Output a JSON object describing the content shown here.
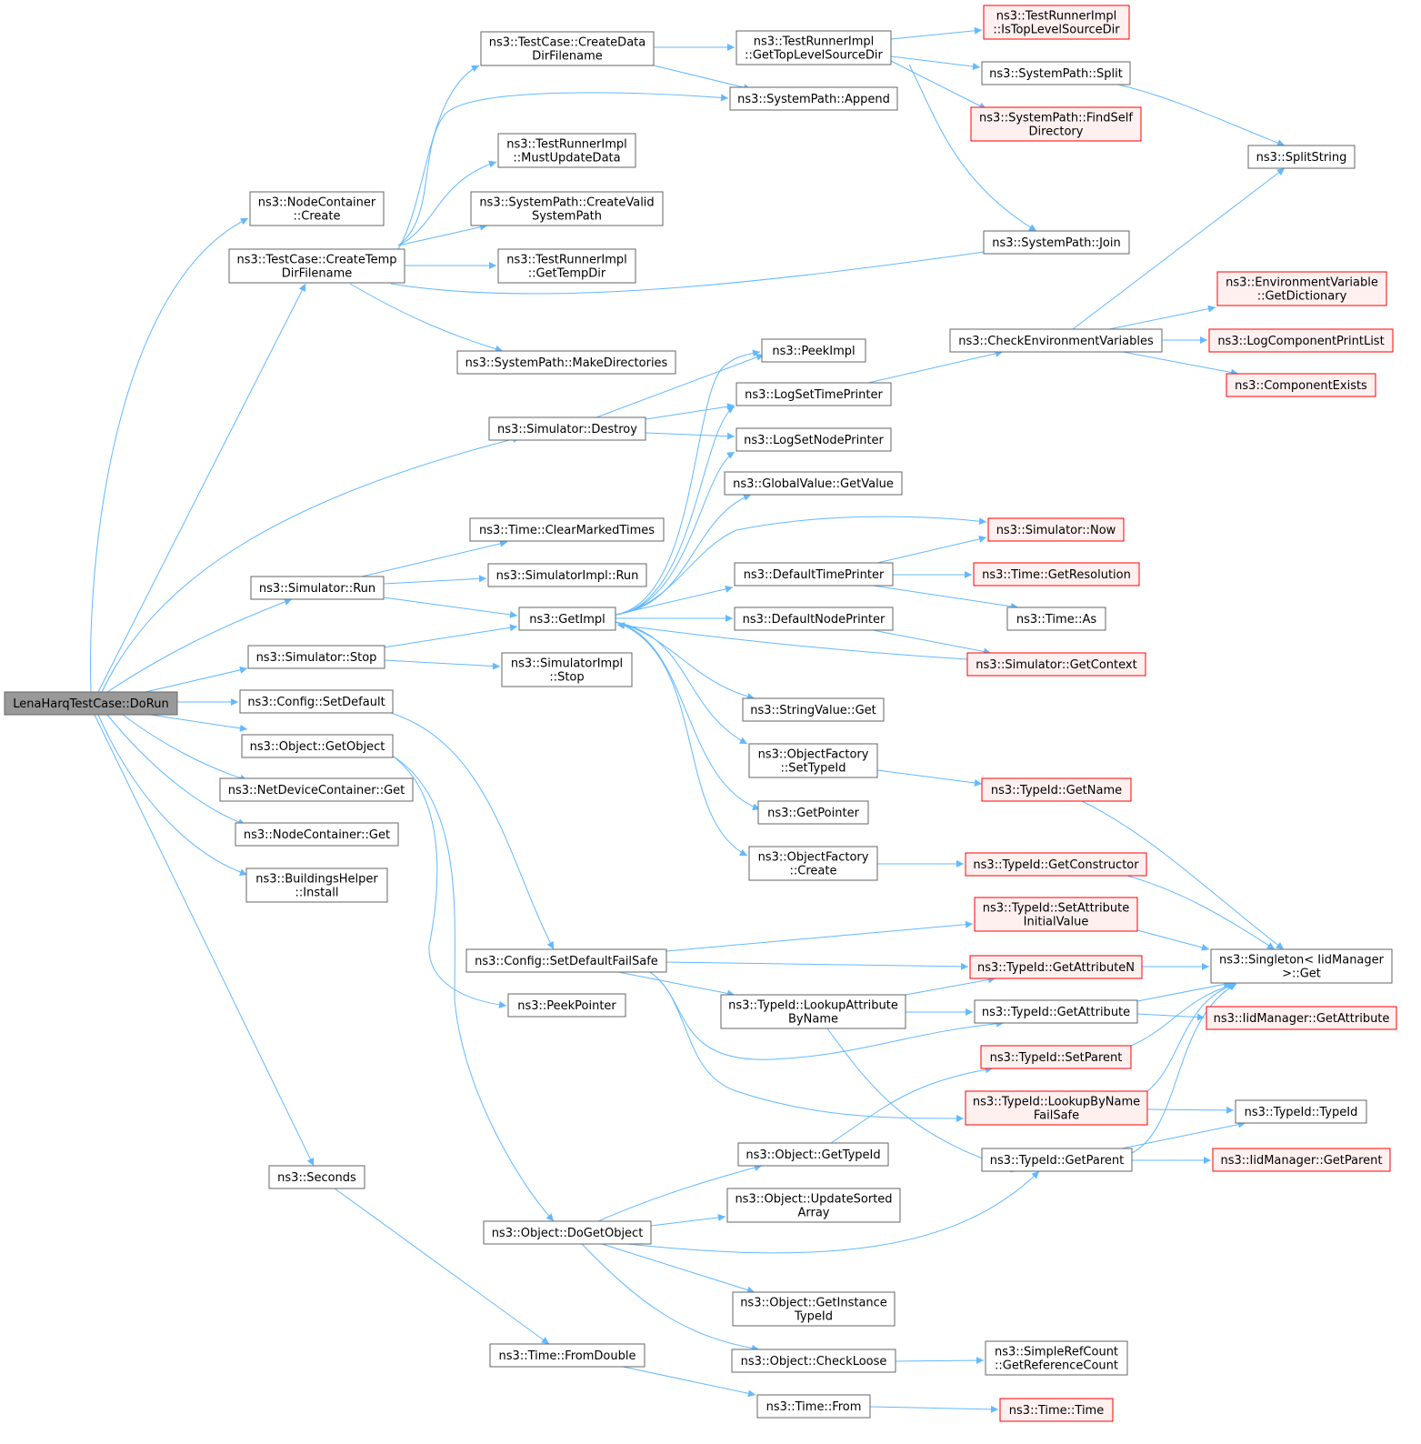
{
  "colors": {
    "edge": "#63b8ff",
    "node_border": "#666666",
    "red_border": "#ff0000",
    "red_fill": "#fff0f0",
    "root_fill": "#999999"
  },
  "nodes": {
    "root": [
      "LenaHarqTestCase::DoRun"
    ],
    "nc_create": [
      "ns3::NodeContainer",
      "::Create"
    ],
    "tc_createtemp": [
      "ns3::TestCase::CreateTemp",
      "DirFilename"
    ],
    "tc_createdata": [
      "ns3::TestCase::CreateData",
      "DirFilename"
    ],
    "tri_mustupdate": [
      "ns3::TestRunnerImpl",
      "::MustUpdateData"
    ],
    "sp_createvalid": [
      "ns3::SystemPath::CreateValid",
      "SystemPath"
    ],
    "tri_gettemp": [
      "ns3::TestRunnerImpl",
      "::GetTempDir"
    ],
    "sp_makedirs": [
      "ns3::SystemPath::MakeDirectories"
    ],
    "tri_gettop": [
      "ns3::TestRunnerImpl",
      "::GetTopLevelSourceDir"
    ],
    "sp_append": [
      "ns3::SystemPath::Append"
    ],
    "tri_istop": [
      "ns3::TestRunnerImpl",
      "::IsTopLevelSourceDir"
    ],
    "sp_split": [
      "ns3::SystemPath::Split"
    ],
    "sp_findself": [
      "ns3::SystemPath::FindSelf",
      "Directory"
    ],
    "sp_join": [
      "ns3::SystemPath::Join"
    ],
    "splitstring": [
      "ns3::SplitString"
    ],
    "env_getdict": [
      "ns3::EnvironmentVariable",
      "::GetDictionary"
    ],
    "checkenv": [
      "ns3::CheckEnvironmentVariables"
    ],
    "logcomp_printlist": [
      "ns3::LogComponentPrintList"
    ],
    "compexists": [
      "ns3::ComponentExists"
    ],
    "sim_destroy": [
      "ns3::Simulator::Destroy"
    ],
    "peekimpl": [
      "ns3::PeekImpl"
    ],
    "logsettime": [
      "ns3::LogSetTimePrinter"
    ],
    "logsetnode": [
      "ns3::LogSetNodePrinter"
    ],
    "gv_getvalue": [
      "ns3::GlobalValue::GetValue"
    ],
    "time_clearmarked": [
      "ns3::Time::ClearMarkedTimes"
    ],
    "sim_now": [
      "ns3::Simulator::Now"
    ],
    "simimpl_run": [
      "ns3::SimulatorImpl::Run"
    ],
    "sim_run": [
      "ns3::Simulator::Run"
    ],
    "defaulttime": [
      "ns3::DefaultTimePrinter"
    ],
    "time_getres": [
      "ns3::Time::GetResolution"
    ],
    "getimpl": [
      "ns3::GetImpl"
    ],
    "time_as": [
      "ns3::Time::As"
    ],
    "defaultnode": [
      "ns3::DefaultNodePrinter"
    ],
    "sim_stop": [
      "ns3::Simulator::Stop"
    ],
    "simimpl_stop": [
      "ns3::SimulatorImpl",
      "::Stop"
    ],
    "sim_getcontext": [
      "ns3::Simulator::GetContext"
    ],
    "cfg_setdefault": [
      "ns3::Config::SetDefault"
    ],
    "sv_get": [
      "ns3::StringValue::Get"
    ],
    "obj_getobject": [
      "ns3::Object::GetObject"
    ],
    "of_settypeid": [
      "ns3::ObjectFactory",
      "::SetTypeId"
    ],
    "ndc_get": [
      "ns3::NetDeviceContainer::Get"
    ],
    "tid_getname": [
      "ns3::TypeId::GetName"
    ],
    "getpointer": [
      "ns3::GetPointer"
    ],
    "nc_get": [
      "ns3::NodeContainer::Get"
    ],
    "of_create": [
      "ns3::ObjectFactory",
      "::Create"
    ],
    "tid_getctor": [
      "ns3::TypeId::GetConstructor"
    ],
    "bh_install": [
      "ns3::BuildingsHelper",
      "::Install"
    ],
    "tid_setattrinit": [
      "ns3::TypeId::SetAttribute",
      "InitialValue"
    ],
    "cfg_setdefaultfs": [
      "ns3::Config::SetDefaultFailSafe"
    ],
    "tid_getattrn": [
      "ns3::TypeId::GetAttributeN"
    ],
    "singleton_get": [
      "ns3::Singleton< IidManager",
      ">::Get"
    ],
    "peekpointer": [
      "ns3::PeekPointer"
    ],
    "tid_lookupattr": [
      "ns3::TypeId::LookupAttribute",
      "ByName"
    ],
    "tid_getattr": [
      "ns3::TypeId::GetAttribute"
    ],
    "iid_getattr": [
      "ns3::IidManager::GetAttribute"
    ],
    "tid_setparent": [
      "ns3::TypeId::SetParent"
    ],
    "tid_lookupbyname": [
      "ns3::TypeId::LookupByName",
      "FailSafe"
    ],
    "tid_typeid": [
      "ns3::TypeId::TypeId"
    ],
    "obj_gettypeid": [
      "ns3::Object::GetTypeId"
    ],
    "tid_getparent": [
      "ns3::TypeId::GetParent"
    ],
    "iid_getparent": [
      "ns3::IidManager::GetParent"
    ],
    "seconds": [
      "ns3::Seconds"
    ],
    "obj_updatesorted": [
      "ns3::Object::UpdateSorted",
      "Array"
    ],
    "obj_dogetobject": [
      "ns3::Object::DoGetObject"
    ],
    "obj_getinst": [
      "ns3::Object::GetInstance",
      "TypeId"
    ],
    "time_fromdouble": [
      "ns3::Time::FromDouble"
    ],
    "obj_checkloose": [
      "ns3::Object::CheckLoose"
    ],
    "src_getrefcount": [
      "ns3::SimpleRefCount",
      "::GetReferenceCount"
    ],
    "time_from": [
      "ns3::Time::From"
    ],
    "time_time": [
      "ns3::Time::Time"
    ]
  }
}
